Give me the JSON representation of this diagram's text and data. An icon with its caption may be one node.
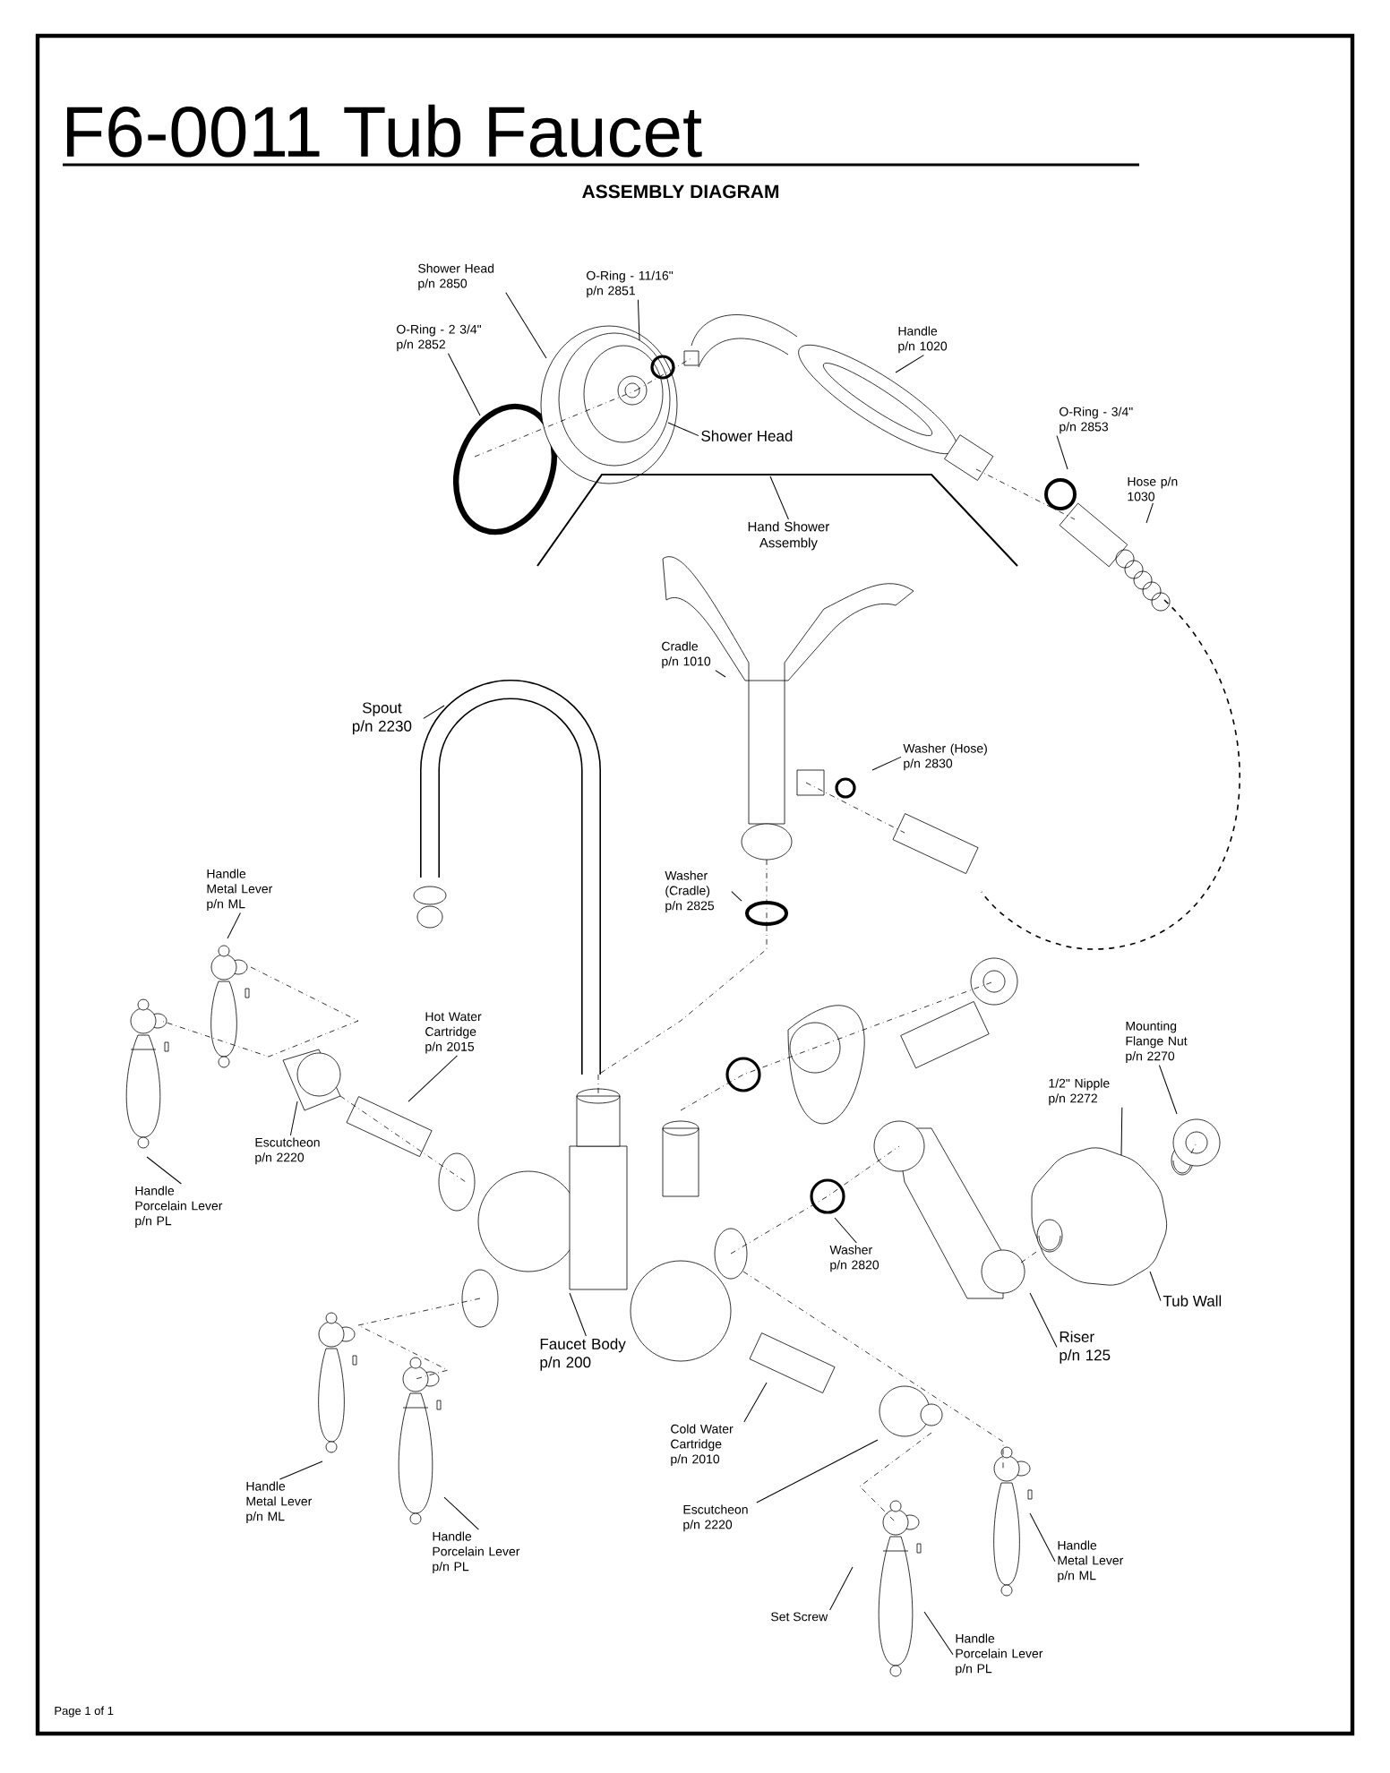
{
  "diagram": {
    "title": "F6-0011 Tub Faucet",
    "nodes": [
      {
        "text": [
          "Shower Head p/n 2850"
        ]
      },
      {
        "text": [
          "O-Ring - 11/16\" p/n 2851"
        ]
      },
      {
        "text": [
          "O-Ring - 2 3/4\" p/n 2852"
        ]
      },
      {
        "text": [
          "Handle p/n 1020"
        ]
      },
      {
        "text": [
          "Shower Head"
        ]
      },
      {
        "text": [
          "Hand Shower Assembly"
        ]
      },
      {
        "text": [
          "O-Ring - 3/4\" p/n 2853"
        ]
      },
      {
        "text": [
          "Hose p/n 1030"
        ]
      },
      {
        "text": [
          "Cradle p/n 1010"
        ]
      },
      {
        "text": [
          "Spout p/n 2230"
        ]
      },
      {
        "text": [
          "Washer (Hose) p/n 2830"
        ]
      },
      {
        "text": [
          "Washer (Cradle) p/n 2825"
        ]
      },
      {
        "text": [
          "Handle Metal Lever p/n ML"
        ]
      },
      {
        "text": [
          "Hot Water Cartridge p/n 2015"
        ]
      },
      {
        "text": [
          "Mounting Flange Nut p/n 2270"
        ]
      },
      {
        "text": [
          "1/2\" Nipple p/n 2272"
        ]
      },
      {
        "text": [
          "Escutcheon p/n 2220"
        ]
      },
      {
        "text": [
          "Handle Porcelain Lever p/n PL"
        ]
      },
      {
        "text": [
          "Washer p/n 2820"
        ]
      },
      {
        "text": [
          "Tub Wall"
        ]
      },
      {
        "text": [
          "Riser p/n 125"
        ]
      },
      {
        "text": [
          "Faucet Body p/n 200"
        ]
      },
      {
        "text": [
          "Cold Water Cartridge p/n 2010"
        ]
      },
      {
        "text": [
          "Handle Metal Lever p/n ML"
        ]
      },
      {
        "text": [
          "Escutcheon p/n 2220"
        ]
      },
      {
        "text": [
          "Handle Porcelain Lever p/n PL"
        ]
      },
      {
        "text": [
          "Handle Metal Lever p/n ML"
        ]
      },
      {
        "text": [
          "Set Screw"
        ]
      },
      {
        "text": [
          "Handle Porcelain Lever p/n PL"
        ]
      }
    ],
    "edges": [
      {
        "from": 0,
        "to": null,
        "arrow": "none"
      },
      {
        "from": 1,
        "to": null,
        "arrow": "none"
      },
      {
        "from": 2,
        "to": null,
        "arrow": "none"
      },
      {
        "from": 3,
        "to": null,
        "arrow": "none"
      },
      {
        "from": 4,
        "to": null,
        "arrow": "none"
      },
      {
        "from": 5,
        "to": null,
        "arrow": "none"
      },
      {
        "from": 6,
        "to": null,
        "arrow": "none"
      },
      {
        "from": 7,
        "to": null,
        "arrow": "none"
      },
      {
        "from": 8,
        "to": null,
        "arrow": "none"
      },
      {
        "from": 9,
        "to": null,
        "arrow": "none"
      },
      {
        "from": 10,
        "to": null,
        "arrow": "none"
      },
      {
        "from": 11,
        "to": null,
        "arrow": "none"
      },
      {
        "from": 12,
        "to": null,
        "arrow": "none"
      },
      {
        "from": 13,
        "to": null,
        "arrow": "none"
      },
      {
        "from": 14,
        "to": null,
        "arrow": "none"
      },
      {
        "from": 15,
        "to": null,
        "arrow": "none"
      },
      {
        "from": 16,
        "to": null,
        "arrow": "none"
      },
      {
        "from": 17,
        "to": null,
        "arrow": "none"
      },
      {
        "from": 18,
        "to": null,
        "arrow": "none"
      },
      {
        "from": 19,
        "to": null,
        "arrow": "none"
      },
      {
        "from": 20,
        "to": null,
        "arrow": "none"
      },
      {
        "from": 21,
        "to": null,
        "arrow": "none"
      },
      {
        "from": 22,
        "to": null,
        "arrow": "none"
      },
      {
        "from": 23,
        "to": null,
        "arrow": "none"
      },
      {
        "from": 24,
        "to": null,
        "arrow": "none"
      },
      {
        "from": 25,
        "to": null,
        "arrow": "none"
      },
      {
        "from": 26,
        "to": null,
        "arrow": "none"
      },
      {
        "from": 27,
        "to": null,
        "arrow": "none"
      },
      {
        "from": 28,
        "to": null,
        "arrow": "none"
      }
    ],
    "labels": [
      "ASSEMBLY DIAGRAM",
      "Page 1 of 1"
    ]
  }
}
